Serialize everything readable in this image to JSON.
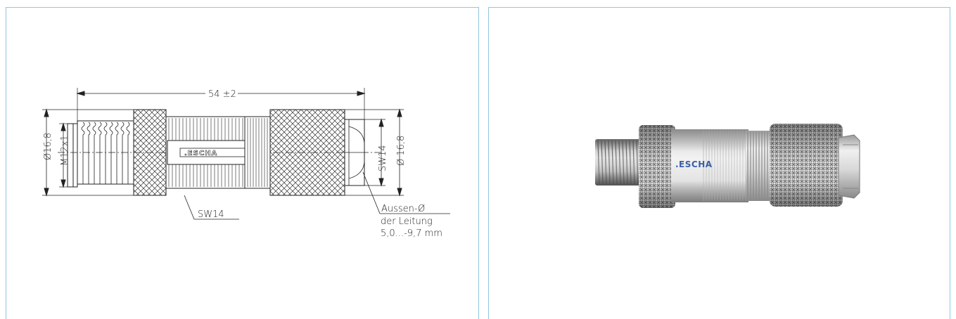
{
  "drawing": {
    "overall_length_label": "54 ±2",
    "diameter_left_label": "Ø16,8",
    "thread_label": "M12x1",
    "wrench_right_label": "SW14",
    "diameter_right_label": "Ø 16,8",
    "wrench_bottom_label": "SW14",
    "cable_note": [
      "Aussen-Ø",
      "der Leitung",
      "5,0...-9,7 mm"
    ],
    "brand_label": ".ESCHA"
  },
  "photo": {
    "brand_label": ".ESCHA"
  },
  "colors": {
    "panel_border": "#8fc7e0",
    "line": "#222222",
    "brand_blue": "#3a5fa8"
  }
}
